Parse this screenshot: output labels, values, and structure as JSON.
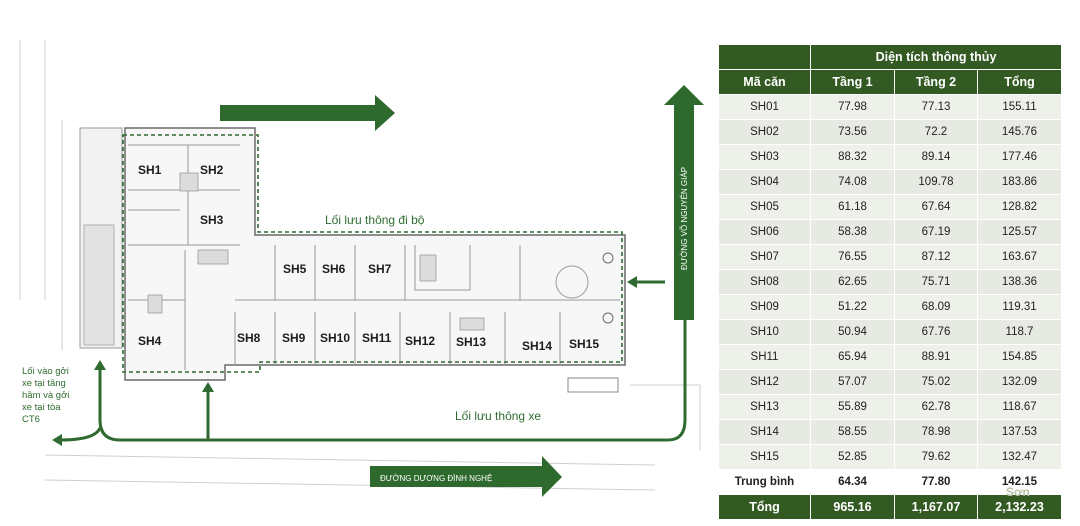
{
  "plan": {
    "units": [
      "SH1",
      "SH2",
      "SH3",
      "SH4",
      "SH5",
      "SH6",
      "SH7",
      "SH8",
      "SH9",
      "SH10",
      "SH11",
      "SH12",
      "SH13",
      "SH14",
      "SH15"
    ],
    "labels": {
      "pedestrian_route": "Lối lưu thông đi bộ",
      "vehicle_route": "Lối lưu thông xe",
      "street_bottom": "ĐƯỜNG DƯƠNG ĐÌNH NGHỆ",
      "street_right": "ĐƯỜNG VÕ NGUYÊN GIÁP",
      "parking_entry": [
        "Lối vào gởi",
        "xe tại tầng",
        "hầm và gởi",
        "xe tại tòa",
        "CT6"
      ]
    }
  },
  "table": {
    "group_header": "Diện tích thông thủy",
    "columns": [
      "Mã căn",
      "Tầng 1",
      "Tầng 2",
      "Tổng"
    ],
    "rows": [
      [
        "SH01",
        "77.98",
        "77.13",
        "155.11"
      ],
      [
        "SH02",
        "73.56",
        "72.2",
        "145.76"
      ],
      [
        "SH03",
        "88.32",
        "89.14",
        "177.46"
      ],
      [
        "SH04",
        "74.08",
        "109.78",
        "183.86"
      ],
      [
        "SH05",
        "61.18",
        "67.64",
        "128.82"
      ],
      [
        "SH06",
        "58.38",
        "67.19",
        "125.57"
      ],
      [
        "SH07",
        "76.55",
        "87.12",
        "163.67"
      ],
      [
        "SH08",
        "62.65",
        "75.71",
        "138.36"
      ],
      [
        "SH09",
        "51.22",
        "68.09",
        "119.31"
      ],
      [
        "SH10",
        "50.94",
        "67.76",
        "118.7"
      ],
      [
        "SH11",
        "65.94",
        "88.91",
        "154.85"
      ],
      [
        "SH12",
        "57.07",
        "75.02",
        "132.09"
      ],
      [
        "SH13",
        "55.89",
        "62.78",
        "118.67"
      ],
      [
        "SH14",
        "58.55",
        "78.98",
        "137.53"
      ],
      [
        "SH15",
        "52.85",
        "79.62",
        "132.47"
      ]
    ],
    "average": [
      "Trung bình",
      "64.34",
      "77.80",
      "142.15"
    ],
    "total": [
      "Tổng",
      "965.16",
      "1,167.07",
      "2,132.23"
    ]
  },
  "watermark": "Sơn",
  "colors": {
    "brand_green": "#345a23",
    "route_green": "#2f6b30"
  }
}
